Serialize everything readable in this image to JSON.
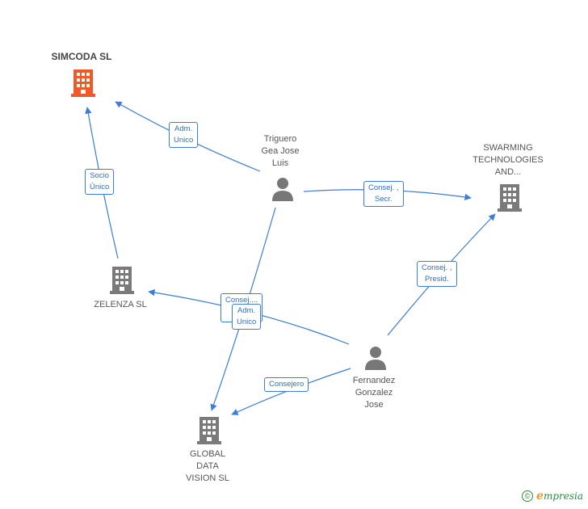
{
  "colors": {
    "edge": "#3b7dd8",
    "company": "#7a7a7a",
    "company_focus": "#f05a28",
    "person": "#777777"
  },
  "nodes": {
    "simcoda": {
      "label": "SIMCODA  SL",
      "icon": "building-icon"
    },
    "swarming": {
      "label": "SWARMING\nTECHNOLOGIES\nAND...",
      "icon": "building-icon"
    },
    "zelenza": {
      "label": "ZELENZA  SL",
      "icon": "building-icon"
    },
    "global": {
      "label": "GLOBAL\nDATA\nVISION  SL",
      "icon": "building-icon"
    },
    "triguero": {
      "label": "Triguero\nGea Jose\nLuis",
      "icon": "person-icon"
    },
    "fernandez": {
      "label": "Fernandez\nGonzalez\nJose",
      "icon": "person-icon"
    }
  },
  "edges": {
    "adm_simcoda": "Adm.\nUnico",
    "socio_unico": "Socio\nÚnico",
    "consej_secr": "Consej. ,\nSecr.",
    "consej_presid": "Consej. ,\nPresid.",
    "consej_hidden": "Consej....",
    "adm_global": "Adm.\nUnico",
    "consejero": "Consejero"
  },
  "brand": {
    "copyright": "©",
    "e": "e",
    "rest": "mpresia"
  }
}
